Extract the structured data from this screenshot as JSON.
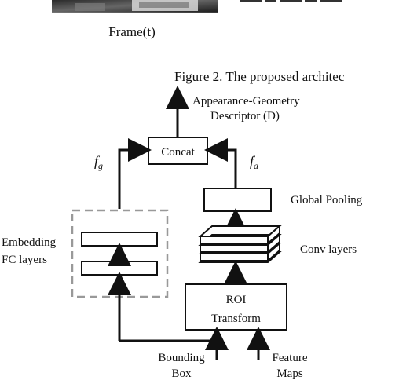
{
  "frame_label": "Frame(t)",
  "figure_caption": "Figure 2.   The proposed architec",
  "boxes": {
    "concat": "Concat",
    "roi_line1": "ROI",
    "roi_line2": "Transform"
  },
  "labels": {
    "output_line1": "Appearance-Geometry",
    "output_line2": "Descriptor (D)",
    "global_pooling": "Global Pooling",
    "conv_layers": "Conv layers",
    "embedding_line1": "Embedding",
    "embedding_line2": "FC layers",
    "bbox_line1": "Bounding",
    "bbox_line2": "Box",
    "feature_line1": "Feature",
    "feature_line2": "Maps"
  },
  "math": {
    "fg_base": "f",
    "fg_sub": "g",
    "fa_base": "f",
    "fa_sub": "a"
  },
  "colors": {
    "line": "#111111",
    "dashed": "#999999",
    "image_dark": "#1f1f1f",
    "image_mid": "#5f5f5f",
    "image_light": "#d7d7d7"
  }
}
